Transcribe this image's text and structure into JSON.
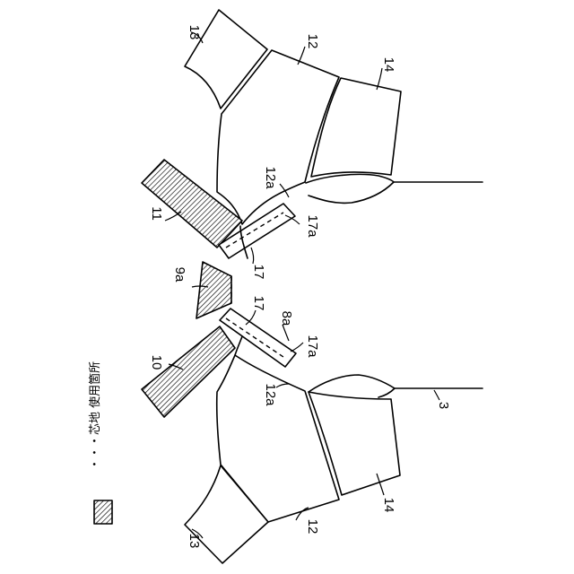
{
  "references": {
    "r3": "3",
    "r8a": "8a",
    "r9a": "9a",
    "r10": "10",
    "r11": "11",
    "r12": "12",
    "r12a": "12a",
    "r13": "13",
    "r14": "14",
    "r17": "17",
    "r17a": "17a"
  },
  "legend": {
    "text": "・・・芯地 使用箇所"
  }
}
